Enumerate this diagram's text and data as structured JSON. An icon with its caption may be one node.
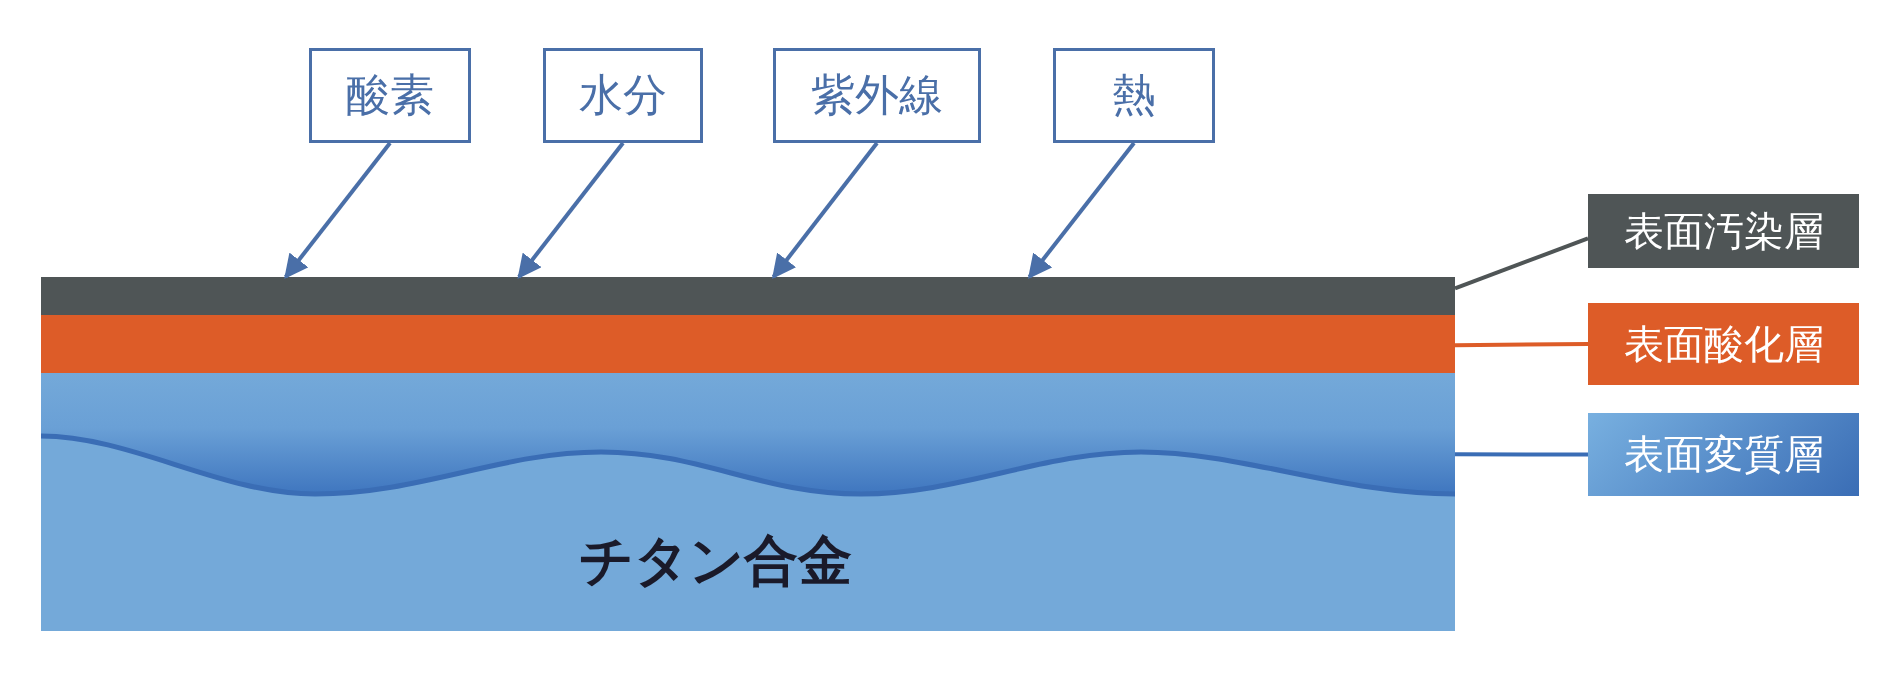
{
  "diagram": {
    "nodes": [
      {
        "text": [
          "酸素"
        ]
      },
      {
        "text": [
          "水分"
        ]
      },
      {
        "text": [
          "紫外線"
        ]
      },
      {
        "text": [
          "熱"
        ]
      },
      {
        "text": [],
        "shape": "bar"
      },
      {
        "text": [],
        "shape": "bar"
      },
      {
        "text": [
          "チタン合金"
        ]
      },
      {
        "text": [],
        "shape": "bar",
        "in": 6
      },
      {
        "text": [
          "表面汚染層"
        ]
      },
      {
        "text": [
          "表面酸化層"
        ]
      },
      {
        "text": [
          "表面変質層"
        ]
      }
    ],
    "edges": [
      {
        "from": 0,
        "to": 4,
        "arrow": "to"
      },
      {
        "from": 1,
        "to": 4,
        "arrow": "to"
      },
      {
        "from": 2,
        "to": 4,
        "arrow": "to"
      },
      {
        "from": 3,
        "to": 4,
        "arrow": "to"
      },
      {
        "from": 8,
        "to": 4,
        "arrow": "none",
        "color": "#4f5556"
      },
      {
        "from": 9,
        "to": 5,
        "arrow": "none",
        "color": "#dd5c28"
      },
      {
        "from": 10,
        "to": 7,
        "arrow": "none",
        "color": "#3a6db5"
      }
    ]
  }
}
